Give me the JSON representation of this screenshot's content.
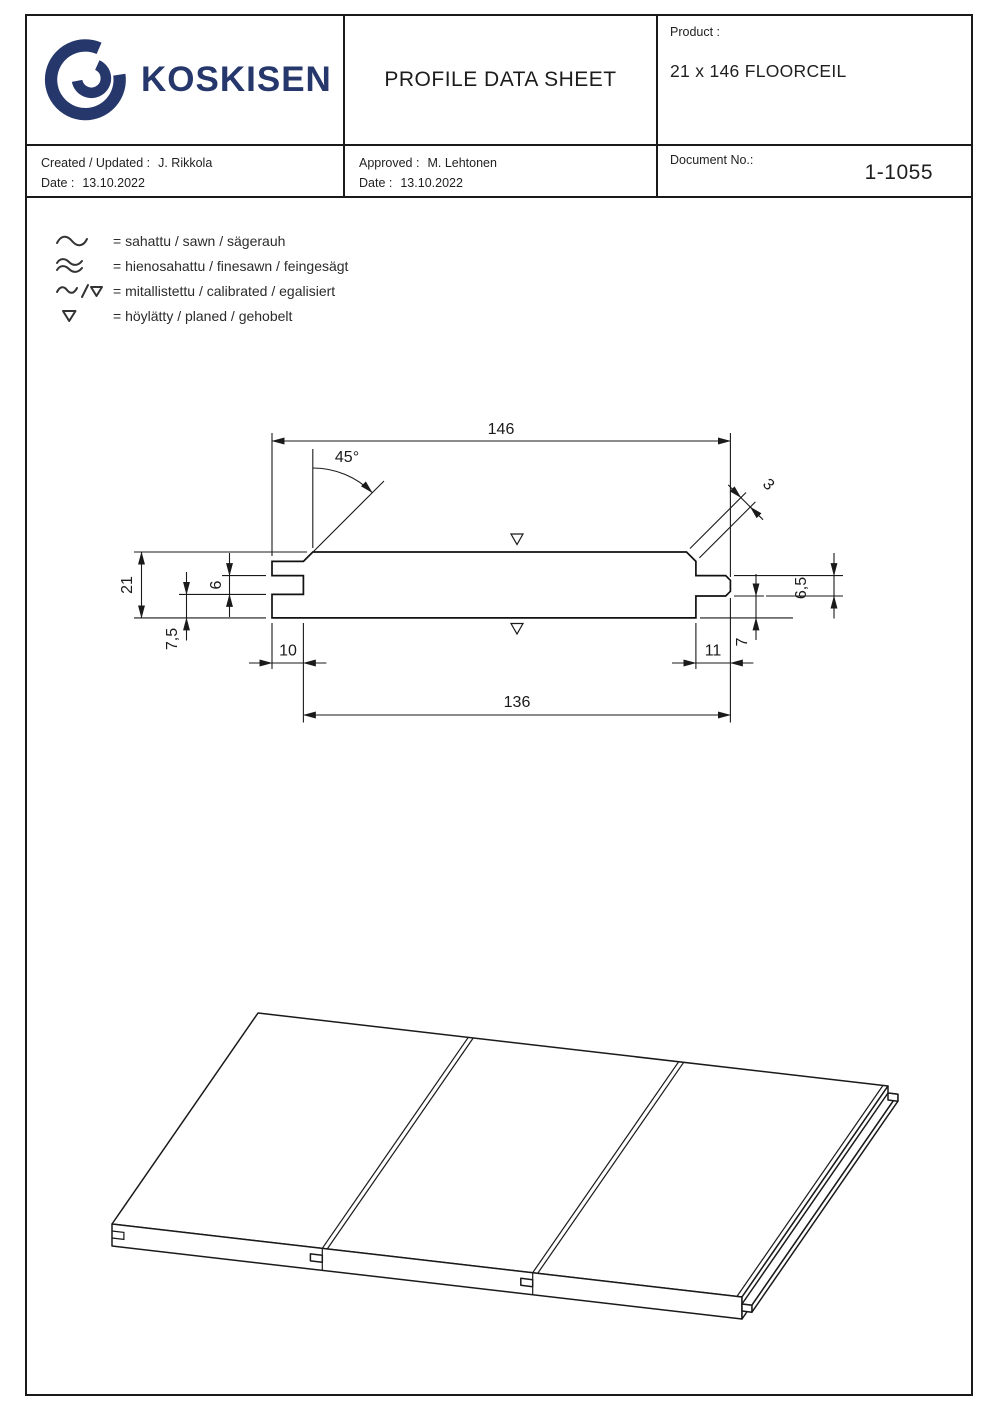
{
  "colors": {
    "brand_navy": "#26376b",
    "line_ink": "#1a1a1a"
  },
  "header": {
    "brand": "KOSKISEN",
    "title": "PROFILE DATA SHEET",
    "product_label": "Product :",
    "product_value": "21 x 146 FLOORCEIL",
    "created_label": "Created / Updated :",
    "created_name": "J. Rikkola",
    "created_date_label": "Date :",
    "created_date": "13.10.2022",
    "approved_label": "Approved :",
    "approved_name": "M. Lehtonen",
    "approved_date_label": "Date :",
    "approved_date": "13.10.2022",
    "document_no_label": "Document No.:",
    "document_no": "1-1055"
  },
  "legend": {
    "items": [
      {
        "symbol": "sawn-wave-icon",
        "text": "= sahattu / sawn / sägerauh"
      },
      {
        "symbol": "finesawn-double-wave-icon",
        "text": "= hienosahattu / finesawn / feingesägt"
      },
      {
        "symbol": "calibrated-wave-triangle-icon",
        "text": "= mitallistettu / calibrated / egalisiert"
      },
      {
        "symbol": "planed-triangle-icon",
        "text": "= höylätty / planed / gehobelt"
      }
    ]
  },
  "drawing": {
    "dimensions": {
      "overall_width": "146",
      "chamfer_angle": "45°",
      "thickness": "21",
      "groove_height": "6",
      "groove_bottom_offset": "7,5",
      "groove_depth": "10",
      "cover_width": "136",
      "tongue_length": "11",
      "tongue_bottom_offset": "7",
      "tongue_height": "6,5",
      "chamfer_width": "3"
    }
  }
}
